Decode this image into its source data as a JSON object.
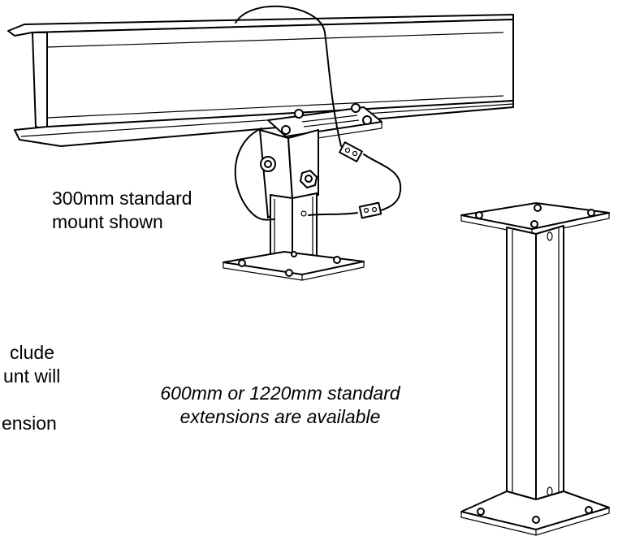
{
  "labels": {
    "mount_line1": "300mm standard",
    "mount_line2": "mount shown",
    "ext_line1": "600mm or 1220mm standard",
    "ext_line2": "extensions are available",
    "cut_line1": "clude",
    "cut_line2": "unt will",
    "cut_line3": "ension"
  }
}
